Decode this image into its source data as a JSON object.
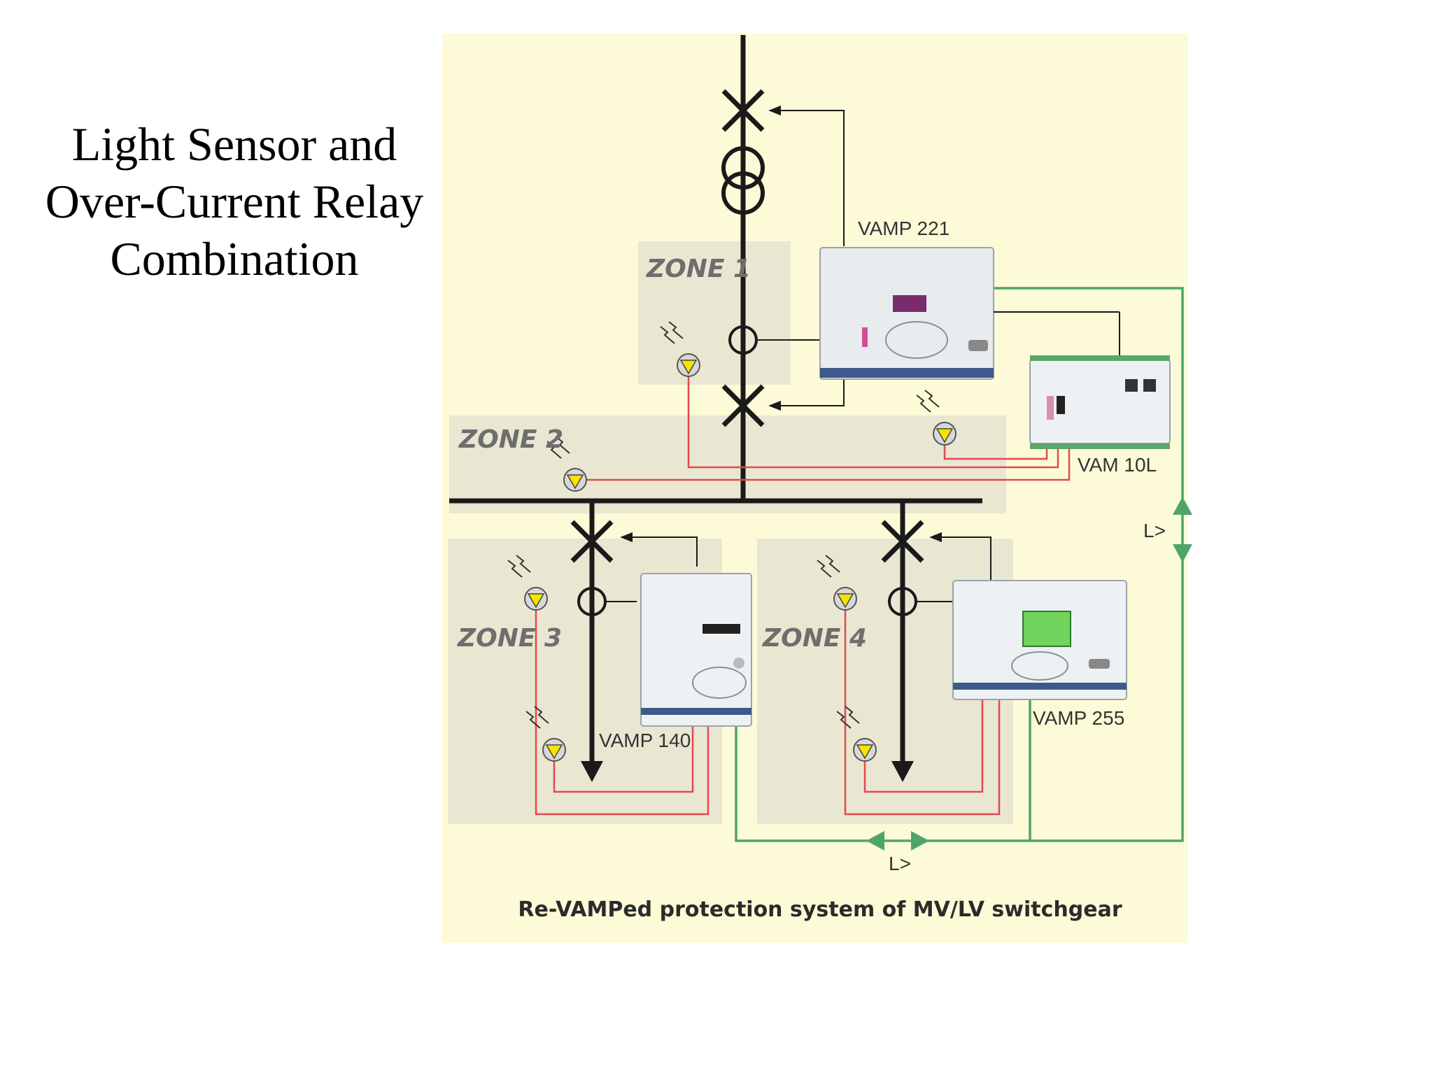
{
  "title": {
    "line1": "Light Sensor and",
    "line2": "Over-Current Relay",
    "line3": "Combination"
  },
  "diagram": {
    "zones": [
      "ZONE 1",
      "ZONE 2",
      "ZONE 3",
      "ZONE 4"
    ],
    "devices": {
      "vamp221": "VAMP 221",
      "vam10l": "VAM 10L",
      "vamp140": "VAMP 140",
      "vamp255": "VAMP 255"
    },
    "light_signal_right": "L>",
    "light_signal_bottom": "L>",
    "caption": "Re-VAMPed protection system of MV/LV switchgear"
  },
  "colors": {
    "panel_background": "#fdfbd7",
    "zone_fill": "#e9e7d2",
    "busbar": "#1a1a1a",
    "sensor_wire": "#e5484d",
    "light_link": "#4ea56a",
    "sensor_fill": "#f5e400"
  }
}
